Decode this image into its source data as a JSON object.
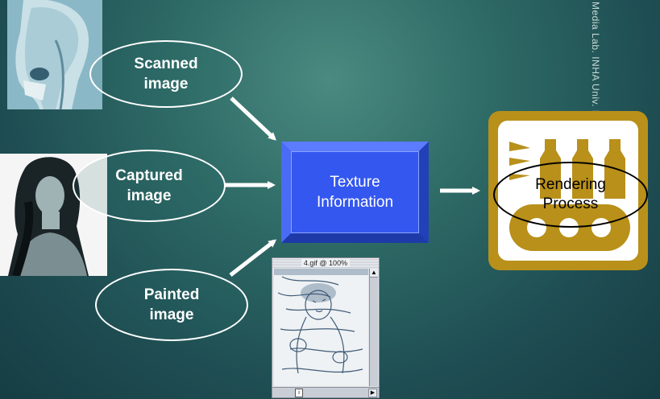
{
  "watermark": "Media Lab. INHA Univ. Ko",
  "inputs": {
    "scanned": "Scanned\nimage",
    "captured": "Captured\nimage",
    "painted": "Painted\nimage"
  },
  "center_box": {
    "label_line1": "Texture",
    "label_line2": "Information"
  },
  "output": {
    "label_line1": "Rendering",
    "label_line2": "Process"
  },
  "gif_window": {
    "title": "4.gif @ 100%"
  },
  "colors": {
    "background": "#2e6a66",
    "box_blue": "#3457ef",
    "render_gold": "#b8901a",
    "arrow": "#ffffff"
  },
  "icons": [
    "xray-head-image",
    "woman-portrait-image",
    "painted-child-image",
    "factory-conveyor-icon"
  ]
}
